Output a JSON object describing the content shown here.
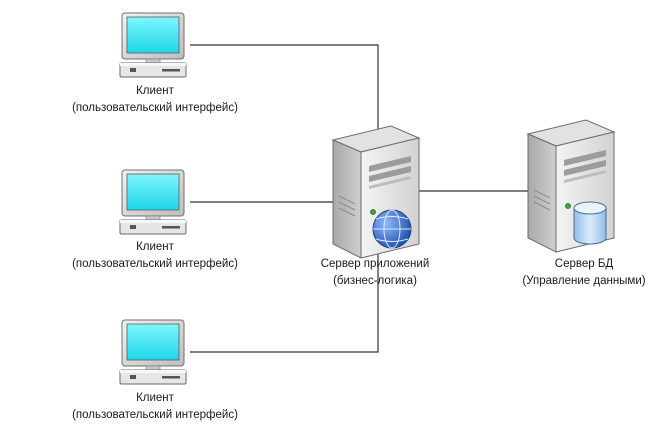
{
  "clients": [
    {
      "title": "Клиент",
      "subtitle": "(пользовательский интерфейс)"
    },
    {
      "title": "Клиент",
      "subtitle": "(пользовательский интерфейс)"
    },
    {
      "title": "Клиент",
      "subtitle": "(пользовательский интерфейс)"
    }
  ],
  "app_server": {
    "title": "Сервер приложений",
    "subtitle": "(бизнес-логика)"
  },
  "db_server": {
    "title": "Сервер БД",
    "subtitle": "(Управление данными)"
  },
  "colors": {
    "line": "#333333",
    "screen": "#33e6f2",
    "server": "#d8d8d8",
    "globe": "#2f5fbf",
    "db": "#b9d5f0"
  },
  "icons": [
    "computer-icon",
    "server-icon",
    "globe-icon",
    "database-icon"
  ]
}
